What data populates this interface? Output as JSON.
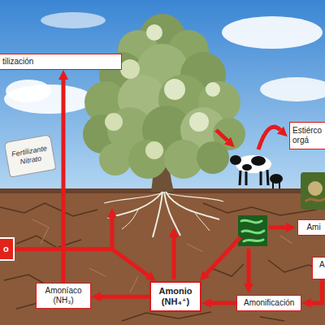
{
  "diagram": {
    "nodes": [
      {
        "text": [
          "tilización"
        ]
      },
      {
        "text": [
          "Fertilizante Nitrato"
        ]
      },
      {
        "text": [
          "Estiérco orgá"
        ]
      },
      {
        "text": [
          "Ami"
        ]
      },
      {
        "text": [
          "o"
        ]
      },
      {
        "text": [
          "A"
        ]
      },
      {
        "text": [
          "Amoníaco (NH₃)"
        ]
      },
      {
        "text": [
          "Amonio",
          "(NH₄⁺)"
        ]
      },
      {
        "text": [
          "Amonificación"
        ]
      }
    ],
    "edges": [
      {
        "from": 6,
        "to": 0,
        "arrow": "to"
      },
      {
        "from": 7,
        "to": 6,
        "arrow": "to"
      },
      {
        "from": 8,
        "to": 7,
        "arrow": "to"
      },
      {
        "from": 4,
        "to": 7,
        "arrow": "to"
      },
      {
        "from": 5,
        "to": 8,
        "arrow": "to"
      }
    ]
  }
}
